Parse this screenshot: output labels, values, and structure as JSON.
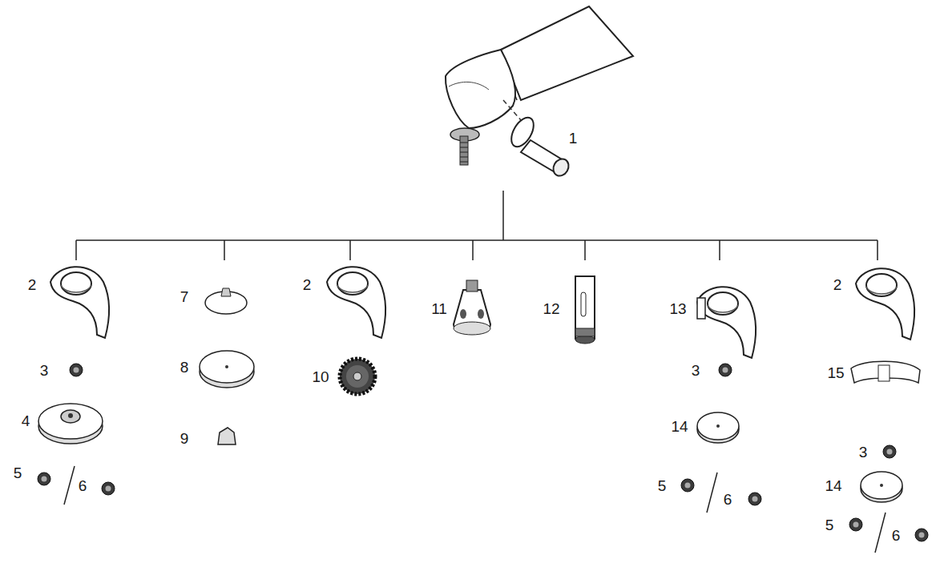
{
  "diagram": {
    "labels": [
      "1",
      "2",
      "3",
      "4",
      "5",
      "6",
      "7",
      "8",
      "9",
      "2",
      "10",
      "11",
      "12",
      "13",
      "3",
      "14",
      "5",
      "6",
      "2",
      "15",
      "3",
      "14",
      "5",
      "6"
    ]
  }
}
